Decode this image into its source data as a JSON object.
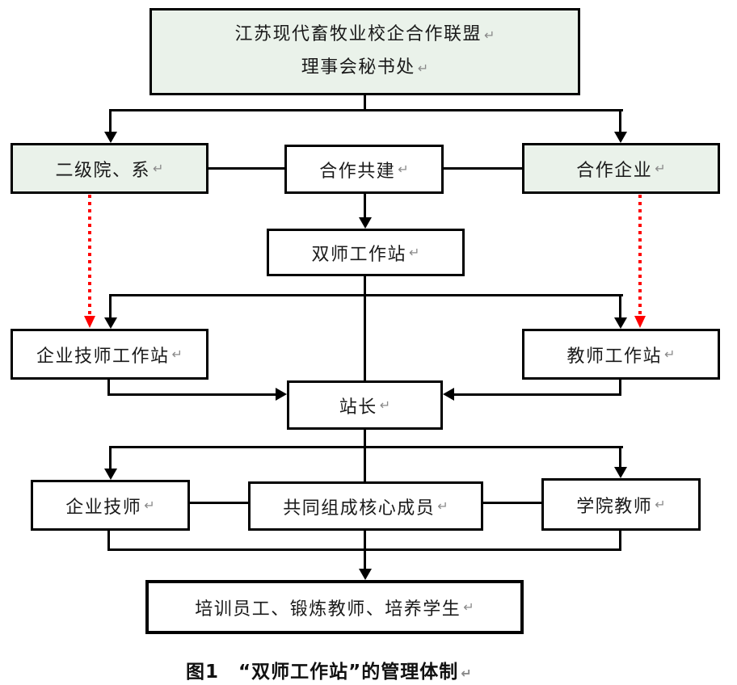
{
  "glyphs": {
    "return_mark": "↵"
  },
  "colors": {
    "box_green_fill": "#eaf2ea",
    "box_white_fill": "#ffffff",
    "line_black": "#000000",
    "arrow_red": "#ff0000"
  },
  "diagram": {
    "nodes": {
      "secretariat": {
        "label_line1": "江苏现代畜牧业校企合作联盟",
        "label_line2": "理事会秘书处"
      },
      "departments": {
        "label": "二级院、系"
      },
      "co_build": {
        "label": "合作共建"
      },
      "partner_enterprises": {
        "label": "合作企业"
      },
      "dual_teacher_station": {
        "label": "双师工作站"
      },
      "enterprise_technician_station": {
        "label": "企业技师工作站"
      },
      "teacher_station": {
        "label": "教师工作站"
      },
      "station_chief": {
        "label": "站长"
      },
      "enterprise_technicians": {
        "label": "企业技师"
      },
      "core_members": {
        "label": "共同组成核心成员"
      },
      "college_teachers": {
        "label": "学院教师"
      },
      "outcomes": {
        "label": "培训员工、锻炼教师、培养学生"
      }
    },
    "caption": "图1　“双师工作站”的管理体制"
  }
}
